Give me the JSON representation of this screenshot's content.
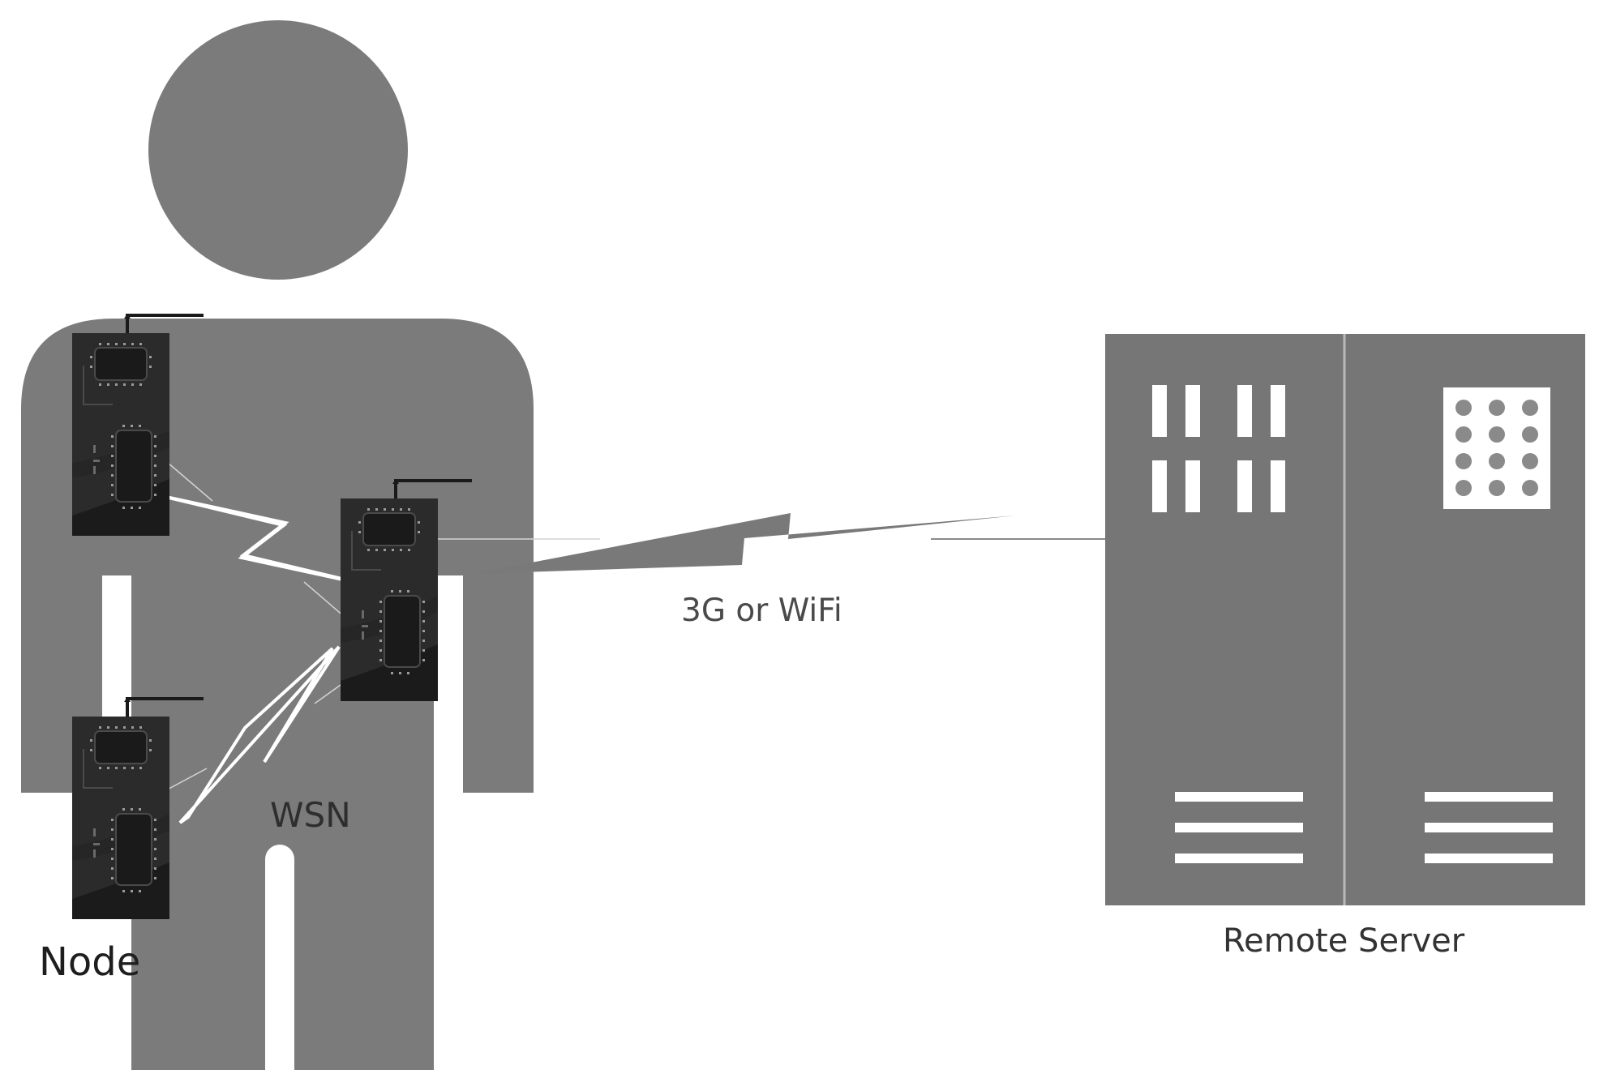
{
  "labels": {
    "wsn": "WSN",
    "node": "Node",
    "link": "3G or WiFi",
    "server": "Remote Server"
  },
  "colors": {
    "body": "#7b7b7b",
    "server": "#767676",
    "node_board": "#2b2b2b",
    "node_dark": "#1c1c1c",
    "node_chip": "#3a3a3a",
    "wireless_link": "#797979",
    "background": "#ffffff"
  },
  "icons": {
    "person": "person-silhouette-icon",
    "sensor": "sensor-node-icon",
    "server": "server-cabinet-icon",
    "wireless": "lightning-bolt-icon"
  }
}
